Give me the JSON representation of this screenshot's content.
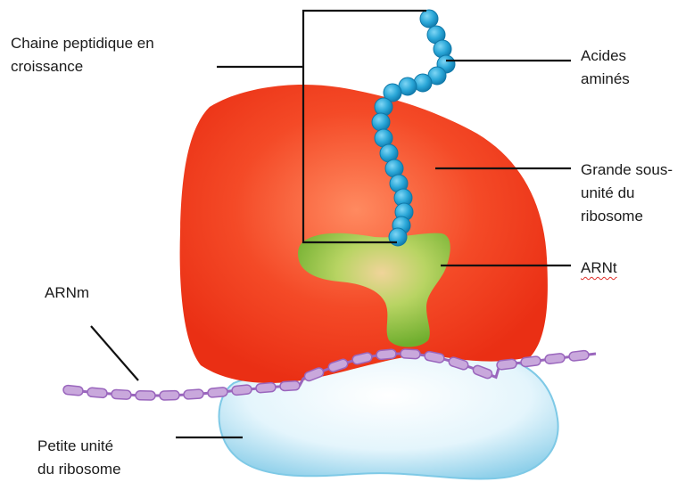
{
  "labels": {
    "peptide_chain": "Chaine peptidique en\ncroissance",
    "amino_acids": "Acides\naminés",
    "large_subunit": "Grande sous-\nunité du\nribosome",
    "trna": "ARNt",
    "mrna": "ARNm",
    "small_subunit": "Petite unité\ndu ribosome"
  },
  "colors": {
    "large_subunit": "#f2391e",
    "large_subunit_highlight": "#ff7a52",
    "small_subunit": "#dcf2fb",
    "small_subunit_edge": "#6cc4e4",
    "trna": "#8cc63f",
    "trna_center": "#e8c88a",
    "mrna": "#c9a8dc",
    "mrna_edge": "#9a66bd",
    "amino_acid": "#29a8d8",
    "amino_acid_edge": "#0f78a8",
    "leader_line": "#111111"
  }
}
